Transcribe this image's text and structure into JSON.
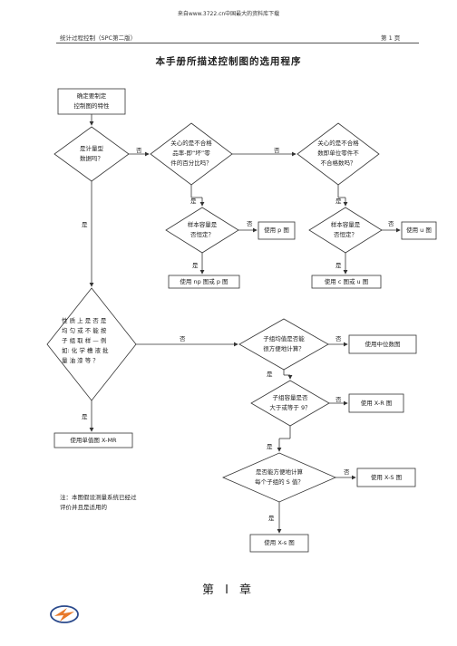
{
  "header": {
    "source": "来自www.3722.cn中国最大的资料库下载",
    "doc_title": "统计过程控制（SPC第二版）",
    "page": "第 1 页"
  },
  "title": "本手册所描述控制图的选用程序",
  "nodes": {
    "start": "确定要制定\n控制图的特性",
    "q_variable": "是计量型\n数据吗？",
    "q_percent": "关心的是不合格\n品率-即“坏”零\n件的百分比吗？",
    "q_defects": "关心的是不合格\n数即单位零件不\n不合格数吗？",
    "q_sample_const_1": "样本容量是\n否恒定？",
    "q_sample_const_2": "样本容量是\n否恒定？",
    "use_p": "使用 p 图",
    "use_u": "使用 u 图",
    "use_np_p": "使用 np 图或 p 图",
    "use_c_u": "使用 c 图或 u 图",
    "q_homogeneous": "性 质 上 是 否 是\n均 匀 或 不 能 按\n子 组 取 样 — 例\n如: 化 学 槽 液 批\n量 油 漆 等 ？",
    "q_mean_easy": "子组均值是否能\n很方便地计算？",
    "use_median": "使用中位数图",
    "q_subgroup_9": "子组容量是否\n大于或等于 9？",
    "use_xr": "使用 X-R 图",
    "q_s_easy": "是否能方便地计算\n每个子组的 S 值？",
    "use_xs": "使用 X-S 图",
    "use_xs_2": "使用 X-s 图",
    "use_x_mr": "使用单值图 X-MR"
  },
  "edge_labels": {
    "yes": "是",
    "no": "否"
  },
  "note": "注：本图假设测量系统已经过\n评价并且是适用的",
  "footer": {
    "chapter": "第  Ⅰ  章"
  },
  "colors": {
    "line": "#333333",
    "logo_orange": "#e8792a",
    "logo_blue": "#2b4a8c"
  }
}
